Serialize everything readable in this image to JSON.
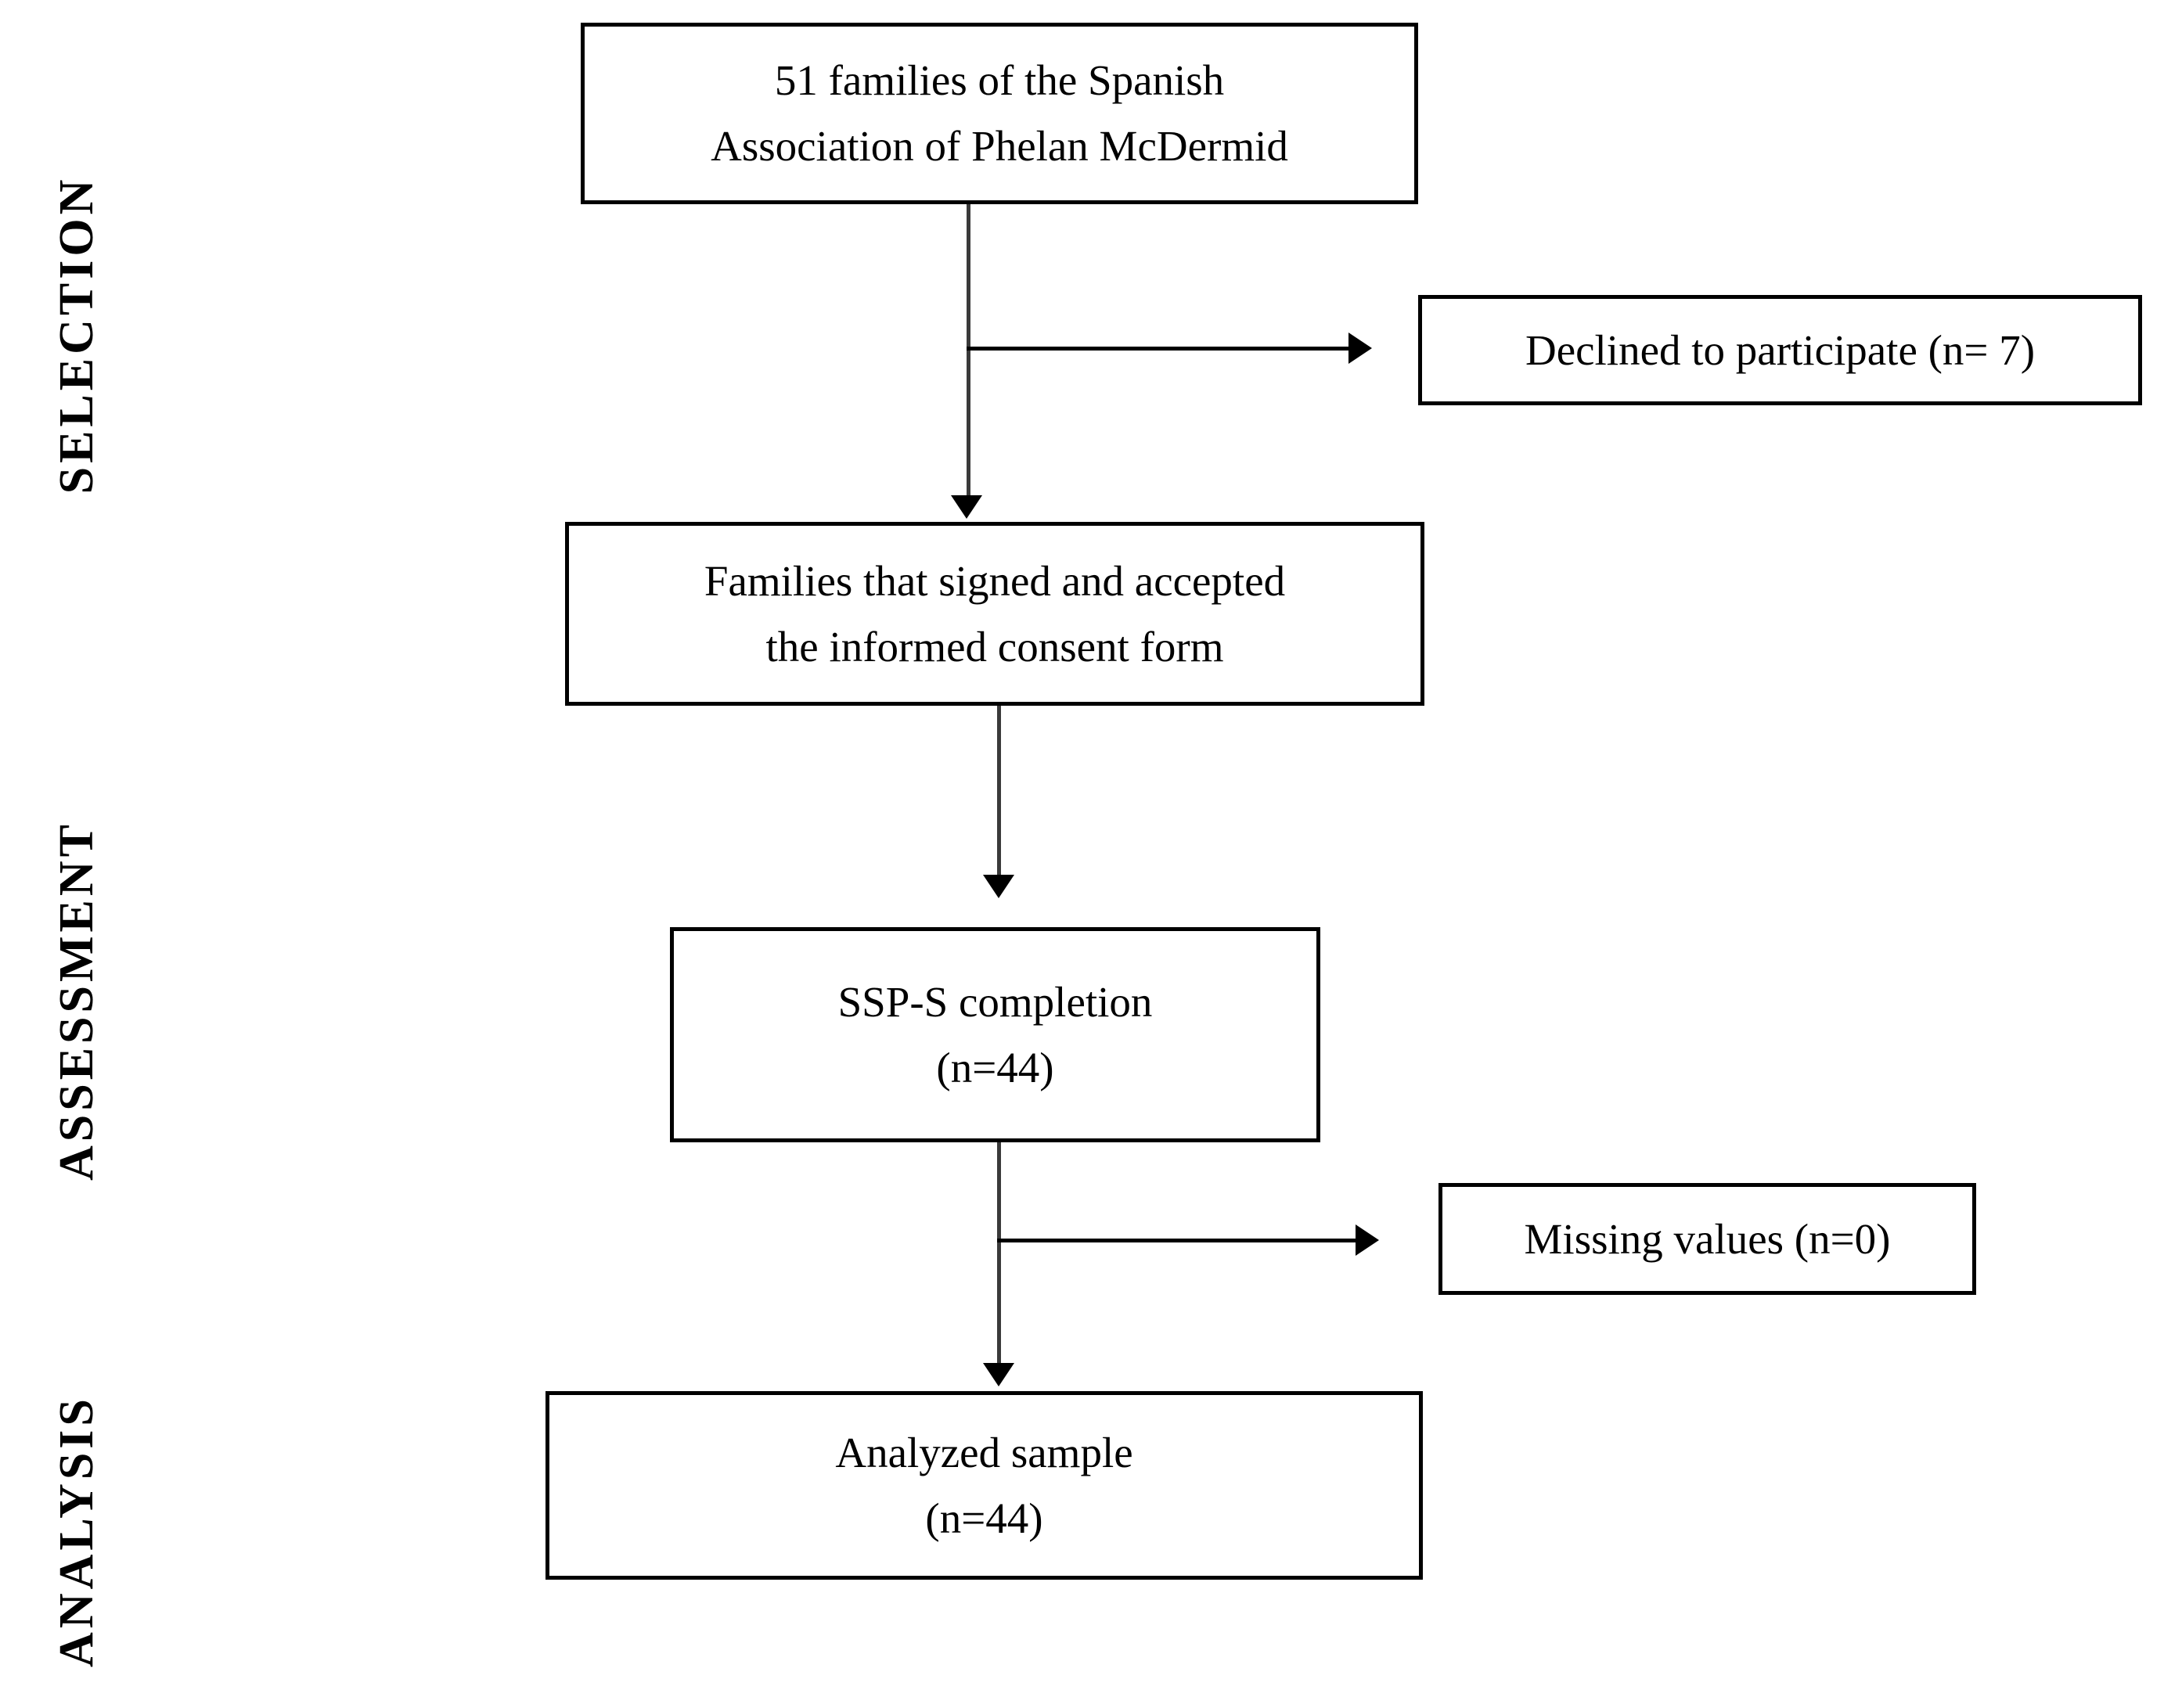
{
  "figure": {
    "type": "flowchart",
    "subtype": "participant-selection-flow",
    "orientation": "top-to-bottom",
    "background_color": "#ffffff",
    "line_color": "#000000",
    "text_color": "#000000"
  },
  "stages": [
    {
      "id": "selection",
      "label": "SELECTION"
    },
    {
      "id": "assessment",
      "label": "ASSESSMENT"
    },
    {
      "id": "analysis",
      "label": "ANALYSIS"
    }
  ],
  "boxes": [
    {
      "id": "source-population",
      "stage": "selection",
      "line1": "51 families of the Spanish",
      "line2": "Association of Phelan McDermid",
      "count": 51
    },
    {
      "id": "declined",
      "stage": "selection",
      "line1": "Declined to participate (n= 7)",
      "line2": "",
      "count": 7
    },
    {
      "id": "consented",
      "stage": "selection",
      "line1": "Families that signed and accepted",
      "line2": "the informed consent form",
      "count": null
    },
    {
      "id": "ssps-completion",
      "stage": "assessment",
      "line1": "SSP-S completion",
      "line2": "(n=44)",
      "count": 44
    },
    {
      "id": "missing-values",
      "stage": "assessment",
      "line1": "Missing values (n=0)",
      "line2": "",
      "count": 0
    },
    {
      "id": "analyzed-sample",
      "stage": "analysis",
      "line1": "Analyzed sample",
      "line2": "(n=44)",
      "count": 44
    }
  ],
  "connectors": [
    {
      "id": "source-to-consented",
      "from": "source-population",
      "to": "consented",
      "direction": "down",
      "marker": "arrow"
    },
    {
      "id": "source-to-declined",
      "from": "source-population",
      "to": "declined",
      "direction": "right",
      "marker": "arrow"
    },
    {
      "id": "consented-to-ssps",
      "from": "consented",
      "to": "ssps-completion",
      "direction": "down",
      "marker": "arrow"
    },
    {
      "id": "ssps-to-analyzed",
      "from": "ssps-completion",
      "to": "analyzed-sample",
      "direction": "down",
      "marker": "arrow"
    },
    {
      "id": "ssps-to-missing",
      "from": "ssps-completion",
      "to": "missing-values",
      "direction": "right",
      "marker": "arrow"
    }
  ]
}
